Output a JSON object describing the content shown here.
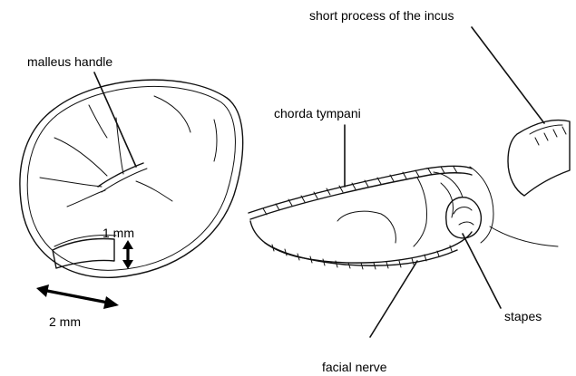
{
  "labels": {
    "malleus_handle": "malleus handle",
    "short_process_incus": "short process of the incus",
    "chorda_tympani": "chorda tympani",
    "facial_nerve": "facial nerve",
    "stapes": "stapes",
    "dim_vertical": "1 mm",
    "dim_horizontal": "2 mm"
  }
}
